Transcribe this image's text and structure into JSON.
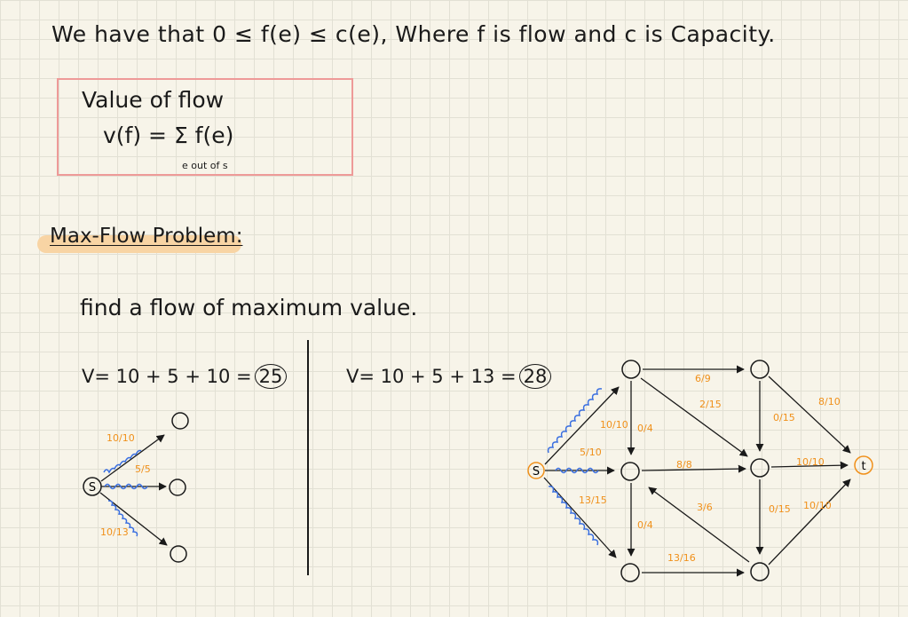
{
  "intro": {
    "text": "We have that 0 ≤ f(e) ≤ c(e), Where f is flow and c is Capacity."
  },
  "definition": {
    "title": "Value of flow",
    "formula": "v(f) = Σ f(e)",
    "subscript": "e out of s"
  },
  "problem": {
    "heading": "Max-Flow Problem:",
    "description": "find a flow of maximum value."
  },
  "left_example": {
    "equation": "V= 10 + 5 + 10 =",
    "result": "25",
    "source_label": "S",
    "edge_labels": [
      "10/10",
      "5/5",
      "10/13"
    ]
  },
  "right_example": {
    "equation": "V= 10 + 5 + 13 =",
    "result": "28",
    "source_label": "S",
    "sink_label": "t",
    "edge_labels": [
      "6/9",
      "8/10",
      "2/15",
      "0/15",
      "10/10",
      "0/4",
      "5/10",
      "8/8",
      "10/10",
      "13/15",
      "3/6",
      "0/15",
      "10/10",
      "0/4",
      "13/16"
    ]
  },
  "colors": {
    "ink": "#1a1a1a",
    "flow_label": "#f0901a",
    "wavy_flow": "#3a6fe0",
    "box_border": "#ee9a98",
    "highlight": "#f8d4a4"
  }
}
